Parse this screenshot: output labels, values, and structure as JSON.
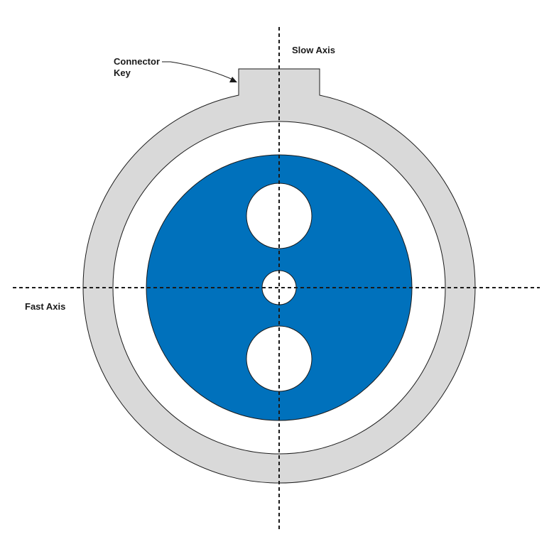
{
  "labels": {
    "slow_axis": "Slow Axis",
    "fast_axis": "Fast Axis",
    "connector_key_line1": "Connector",
    "connector_key_line2": "Key"
  },
  "colors": {
    "background": "#ffffff",
    "ferrule": "#d9d9d9",
    "cladding": "#0071bc",
    "outline": "#1a1a1a",
    "hole": "#ffffff"
  }
}
